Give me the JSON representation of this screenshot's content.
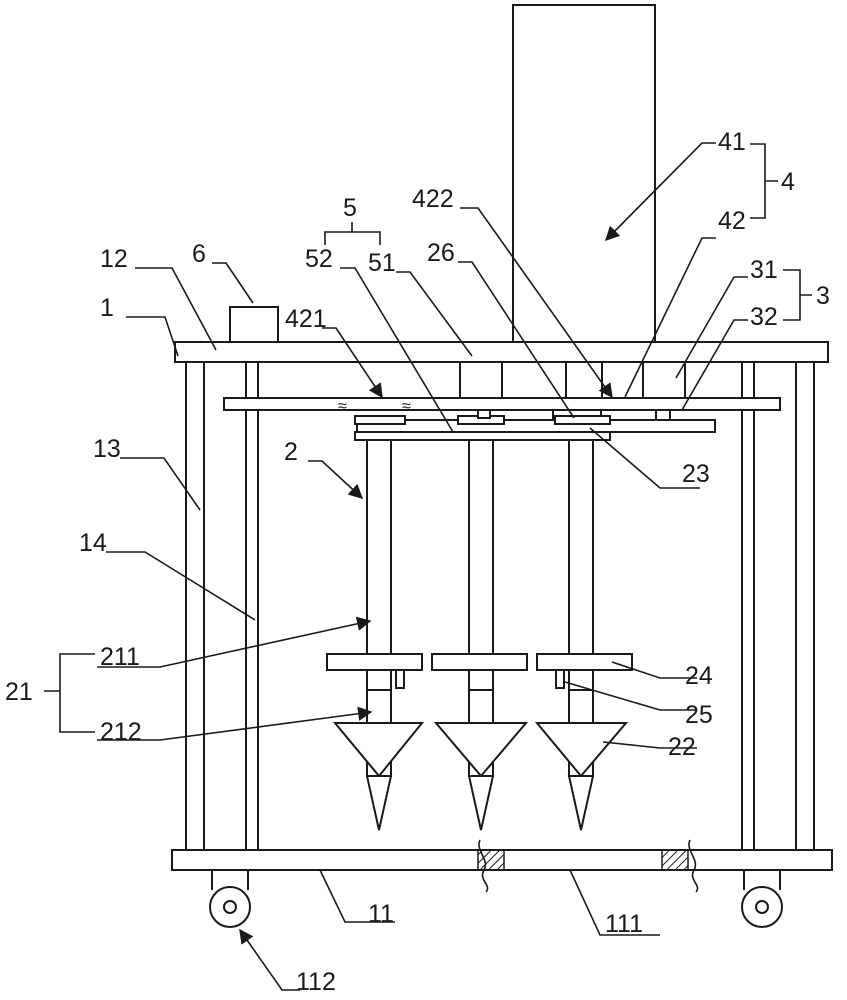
{
  "figure": {
    "labels": {
      "l1": "1",
      "l2": "2",
      "l3": "3",
      "l4": "4",
      "l5": "5",
      "l6": "6",
      "l11": "11",
      "l12": "12",
      "l13": "13",
      "l14": "14",
      "l21": "21",
      "l22": "22",
      "l23": "23",
      "l24": "24",
      "l25": "25",
      "l26": "26",
      "l31": "31",
      "l32": "32",
      "l41": "41",
      "l42": "42",
      "l51": "51",
      "l52": "52",
      "l111": "111",
      "l112": "112",
      "l211": "211",
      "l212": "212",
      "l421": "421",
      "l422": "422"
    }
  }
}
